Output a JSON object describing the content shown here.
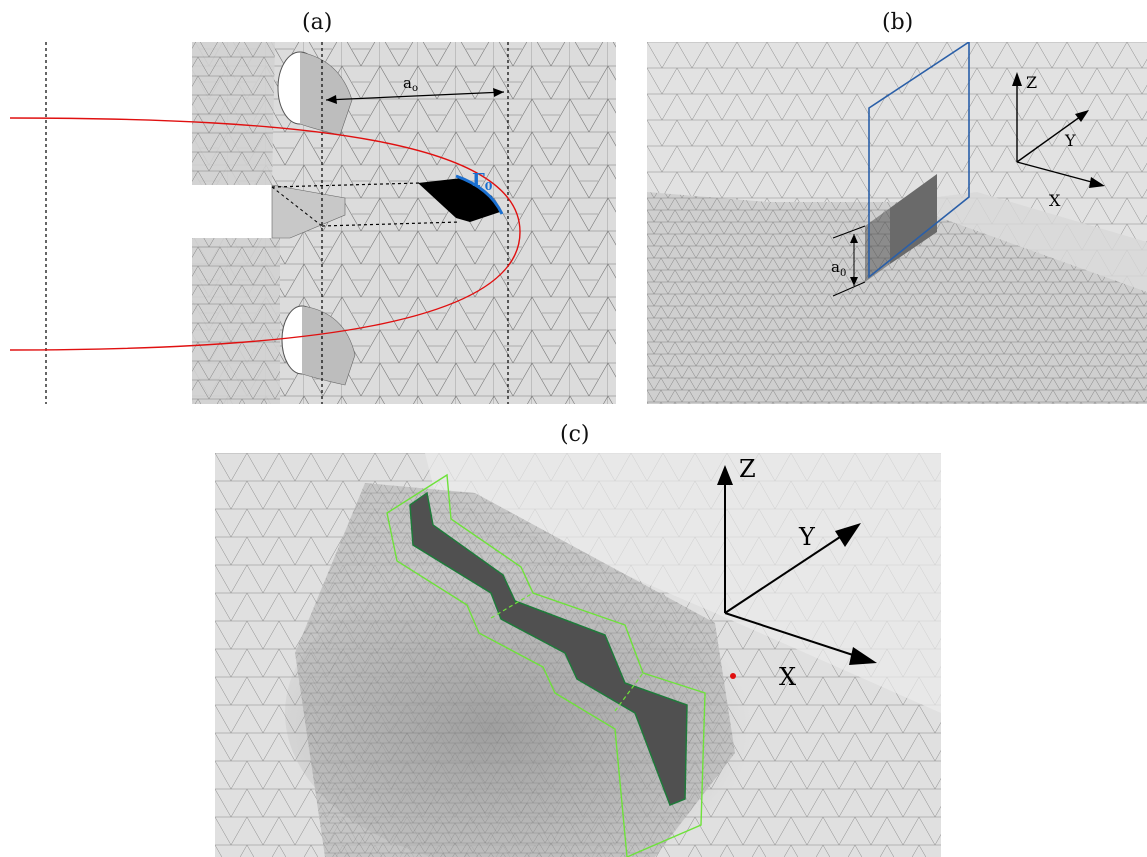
{
  "panels": {
    "a": {
      "label": "(a)",
      "dimension_label": "a",
      "dimension_subscript": "o",
      "boundary_label": "Γ",
      "boundary_subscript": "0"
    },
    "b": {
      "label": "(b)",
      "axis_z": "Z",
      "axis_y": "Y",
      "axis_x": "X",
      "dimension_label": "a",
      "dimension_subscript": "0"
    },
    "c": {
      "label": "(c)",
      "axis_z": "Z",
      "axis_y": "Y",
      "axis_x": "X"
    }
  },
  "colors": {
    "mesh_bg": "#dcdcdc",
    "mesh_line": "#6e6e6e",
    "parabola": "#e01010",
    "gamma_boundary": "#1a6fd0",
    "plane_outline": "#2a5fa8",
    "crack_green": "#6ee23a",
    "crack_dark_green": "#1f7a3a",
    "crack_fill": "#505050",
    "marker": "#e01010"
  }
}
